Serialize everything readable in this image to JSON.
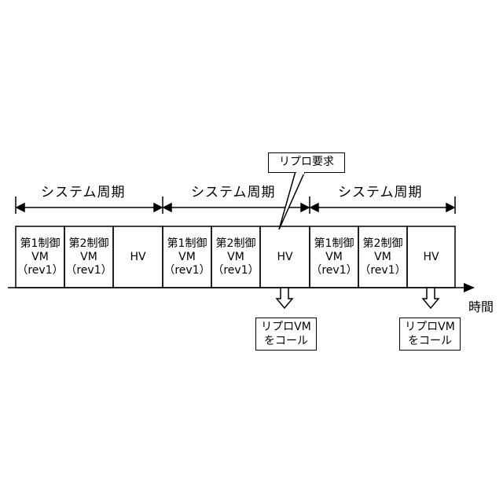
{
  "periods": [
    {
      "label": "システム周期"
    },
    {
      "label": "システム周期"
    },
    {
      "label": "システム周期"
    }
  ],
  "blocks": [
    {
      "line1": "第1制御",
      "line2": "VM",
      "line3": "（rev1）"
    },
    {
      "line1": "第2制御",
      "line2": "VM",
      "line3": "（rev1）"
    },
    {
      "line1": "HV"
    },
    {
      "line1": "第1制御",
      "line2": "VM",
      "line3": "（rev1）"
    },
    {
      "line1": "第2制御",
      "line2": "VM",
      "line3": "（rev1）"
    },
    {
      "line1": "HV"
    },
    {
      "line1": "第1制御",
      "line2": "VM",
      "line3": "（rev1）"
    },
    {
      "line1": "第2制御",
      "line2": "VM",
      "line3": "（rev1）"
    },
    {
      "line1": "HV"
    }
  ],
  "request_callout": {
    "text": "リプロ要求"
  },
  "call_boxes": [
    {
      "line1": "リプロVM",
      "line2": "をコール"
    },
    {
      "line1": "リプロVM",
      "line2": "をコール"
    }
  ],
  "time_axis_label": "時間"
}
